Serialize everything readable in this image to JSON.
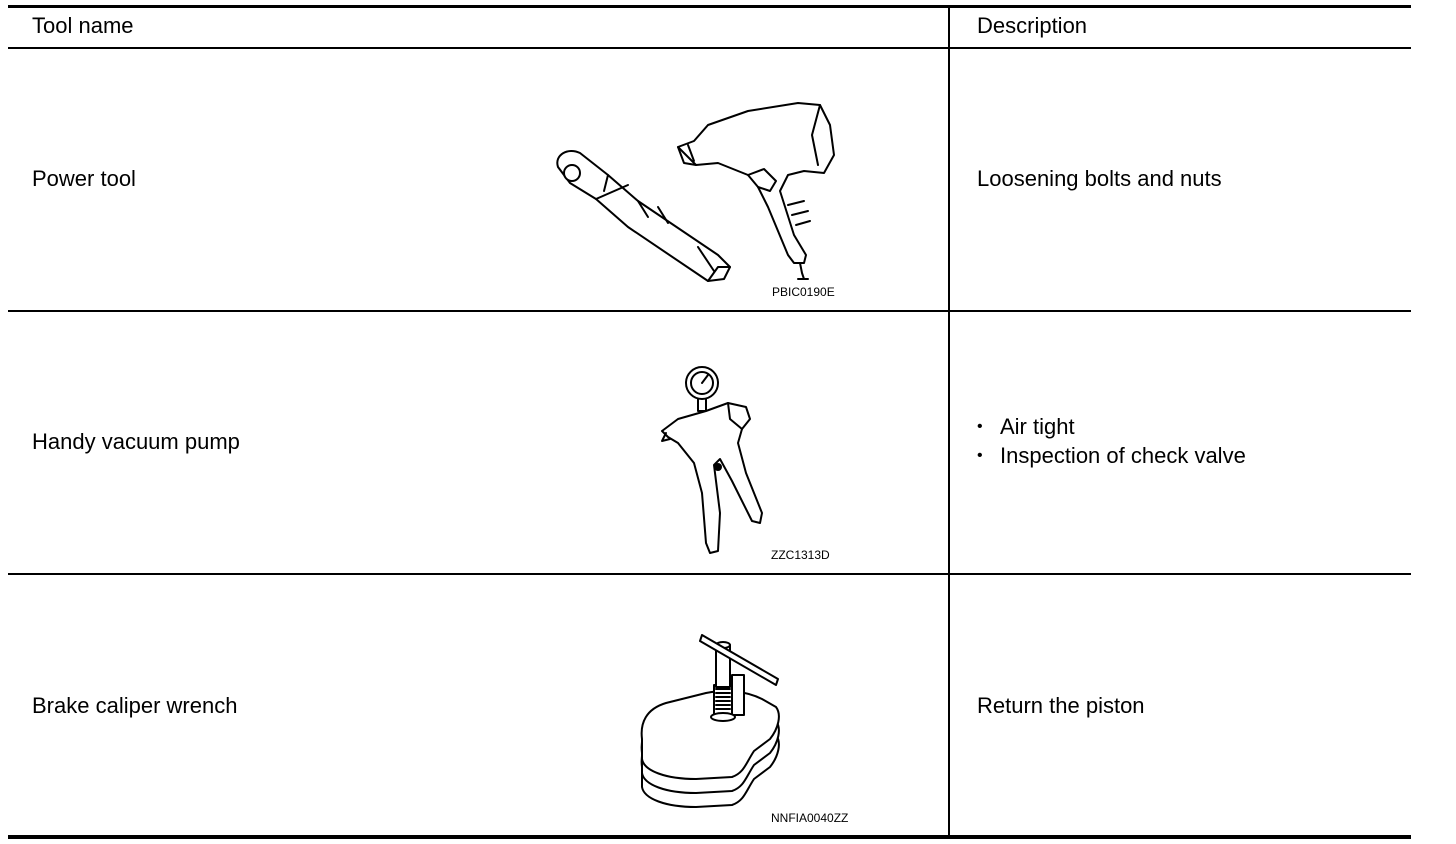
{
  "table": {
    "header": {
      "tool_name": "Tool name",
      "description": "Description"
    },
    "rows": [
      {
        "name": "Power tool",
        "image_code": "PBIC0190E",
        "image_icon": "power-tool-icon",
        "description": "Loosening bolts and nuts"
      },
      {
        "name": "Handy vacuum pump",
        "image_code": "ZZC1313D",
        "image_icon": "vacuum-pump-icon",
        "description_items": [
          "Air tight",
          "Inspection of check valve"
        ]
      },
      {
        "name": "Brake caliper wrench",
        "image_code": "NNFIA0040ZZ",
        "image_icon": "caliper-wrench-icon",
        "description": "Return the piston"
      }
    ]
  }
}
